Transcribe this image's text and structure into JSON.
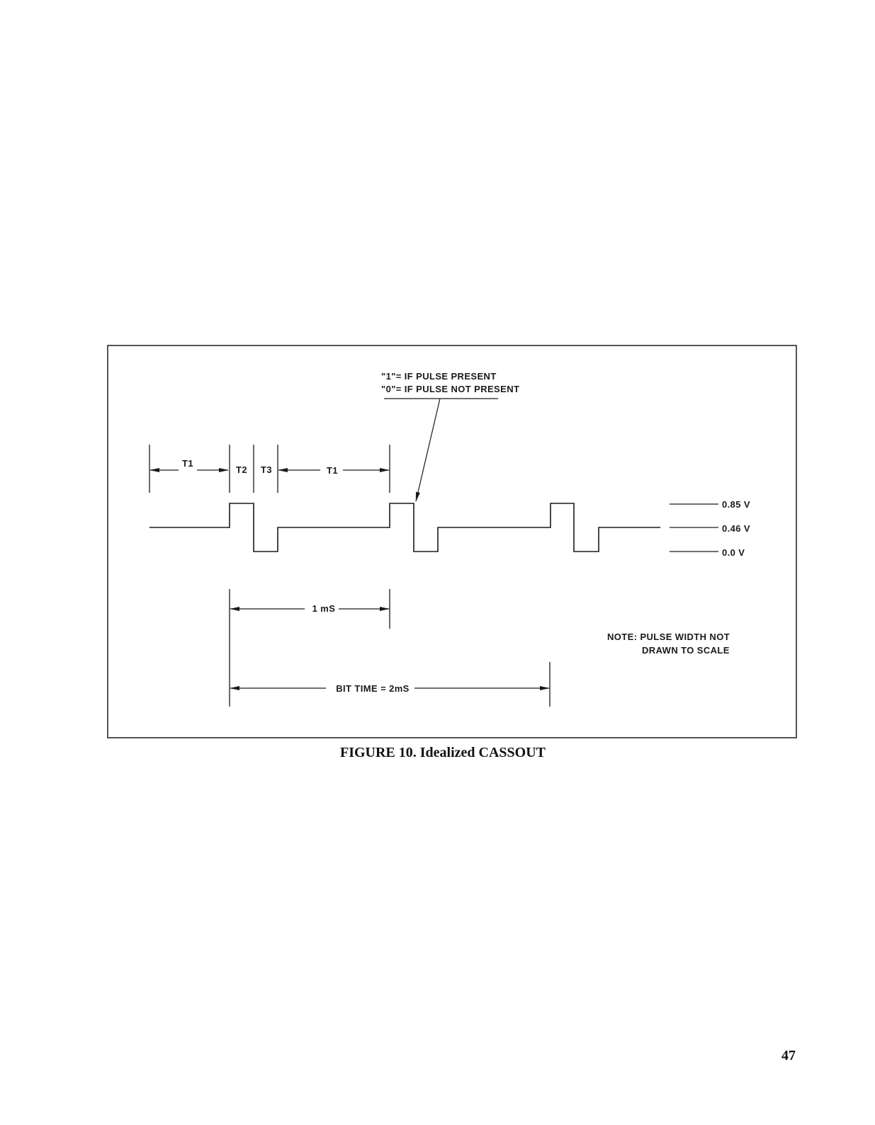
{
  "figure": {
    "legend_one": "\"1\"= IF PULSE PRESENT",
    "legend_zero": "\"0\"= IF PULSE NOT PRESENT",
    "timing": {
      "t1_left": "T1",
      "t2": "T2",
      "t3": "T3",
      "t1_right": "T1",
      "one_ms": "1 mS",
      "bit_time": "BIT TIME = 2mS"
    },
    "levels": {
      "high": "0.85  V",
      "mid": "0.46  V",
      "low": "0.0  V"
    },
    "note_line1": "NOTE: PULSE WIDTH NOT",
    "note_line2": "DRAWN TO SCALE"
  },
  "caption": "FIGURE 10. Idealized CASSOUT",
  "page_number": "47"
}
